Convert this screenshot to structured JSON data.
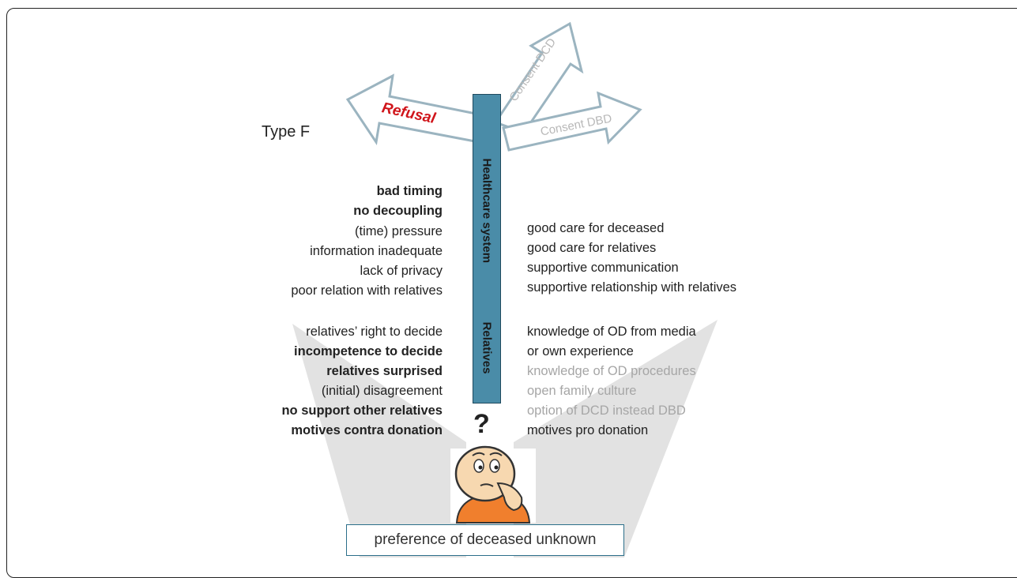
{
  "type_label": "Type F",
  "arrows": {
    "refusal": "Refusal",
    "consent_dcd": "Consent DCD",
    "consent_dbd": "Consent DBD"
  },
  "bar_labels": {
    "healthcare": "Healthcare system",
    "relatives": "Relatives"
  },
  "left_factors": [
    {
      "text": "bad timing",
      "style": "bold"
    },
    {
      "text": "no decoupling",
      "style": "bold"
    },
    {
      "text": "(time) pressure",
      "style": "normal"
    },
    {
      "text": "information inadequate",
      "style": "normal"
    },
    {
      "text": "lack of privacy",
      "style": "normal"
    },
    {
      "text": "poor relation with relatives",
      "style": "normal"
    },
    {
      "text": "relatives’ right to decide",
      "style": "normal"
    },
    {
      "text": "incompetence to decide",
      "style": "bold"
    },
    {
      "text": "relatives surprised",
      "style": "bold"
    },
    {
      "text": "(initial) disagreement",
      "style": "normal"
    },
    {
      "text": "no support other relatives",
      "style": "bold"
    },
    {
      "text": "motives contra donation",
      "style": "bold"
    }
  ],
  "right_factors": [
    {
      "text": "good care for deceased",
      "style": "normal"
    },
    {
      "text": "good care for relatives",
      "style": "normal"
    },
    {
      "text": "supportive communication",
      "style": "normal"
    },
    {
      "text": "supportive relationship with relatives",
      "style": "normal"
    },
    {
      "text": "knowledge of OD from media",
      "style": "normal"
    },
    {
      "text": "or own experience",
      "style": "normal"
    },
    {
      "text": "knowledge of OD procedures",
      "style": "muted"
    },
    {
      "text": "open family culture",
      "style": "muted"
    },
    {
      "text": "option of DCD instead DBD",
      "style": "muted"
    },
    {
      "text": "motives pro donation",
      "style": "normal"
    }
  ],
  "question_mark": "?",
  "bottom_label": "preference of deceased unknown",
  "icons": {
    "person": "thinking-person-icon"
  },
  "colors": {
    "refusal": "#d0151b",
    "bar": "#4a8ca8",
    "arrow_outline": "#9bb4c0",
    "muted_text": "#a6a6a6",
    "beam": "#e2e2e2",
    "shirt": "#f07f2d",
    "skin": "#f7d8b0"
  }
}
